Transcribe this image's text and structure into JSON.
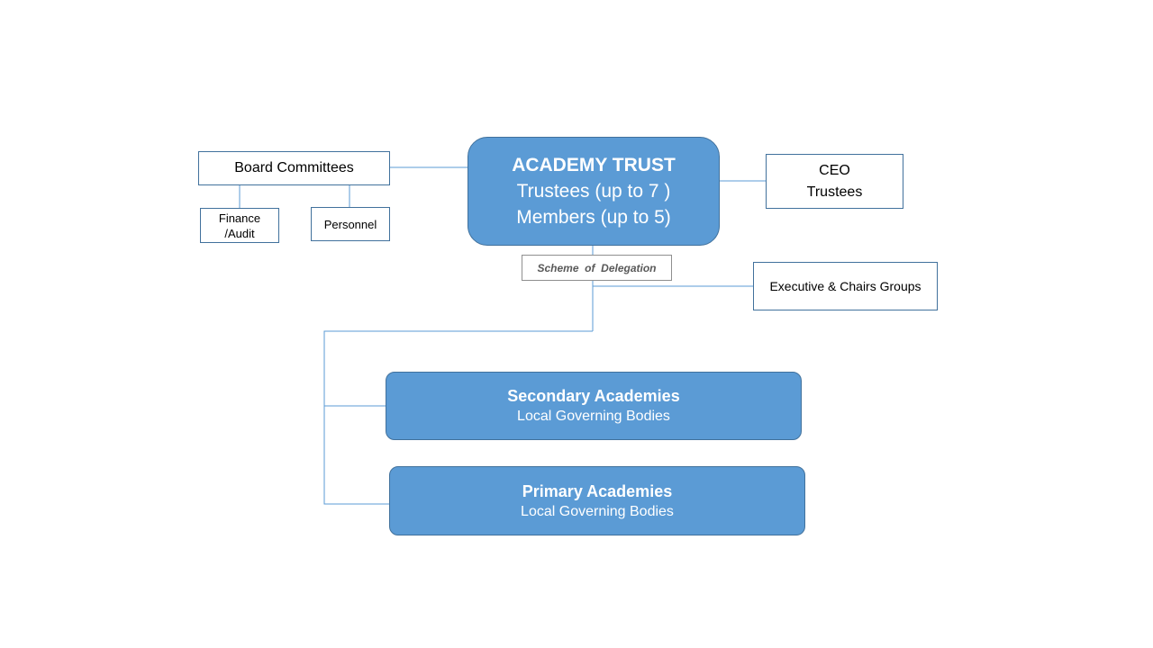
{
  "academy_trust": {
    "title": "ACADEMY TRUST",
    "trustees": "Trustees (up to 7 )",
    "members": "Members (up to 5)"
  },
  "board_committees": {
    "label": "Board Committees",
    "finance_line1": "Finance",
    "finance_line2": "/Audit",
    "personnel": "Personnel"
  },
  "ceo_box": {
    "line1": "CEO",
    "line2": "Trustees"
  },
  "scheme_of_delegation": "Scheme  of  Delegation",
  "executive_groups": "Executive & Chairs Groups",
  "secondary": {
    "title": "Secondary Academies",
    "subtitle": "Local Governing Bodies"
  },
  "primary": {
    "title": "Primary Academies",
    "subtitle": "Local Governing Bodies"
  },
  "colors": {
    "fill": "#5b9bd5",
    "border": "#41719c",
    "connector": "#5b9bd5"
  }
}
